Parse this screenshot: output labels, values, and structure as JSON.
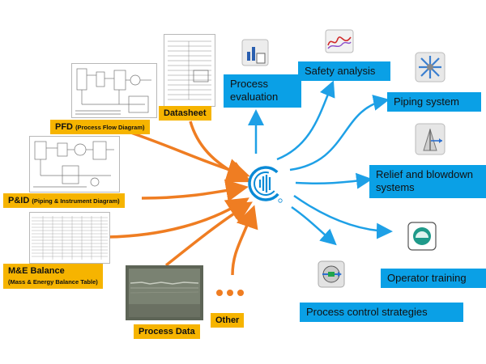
{
  "inputs": {
    "pfd": {
      "label": "PFD",
      "sub": "(Process Flow Diagram)"
    },
    "datasheet": {
      "label": "Datasheet"
    },
    "pid": {
      "label": "P&ID",
      "sub": "(Piping & Instrument Diagram)"
    },
    "mne": {
      "label": "M&E Balance",
      "sub": "(Mass & Energy Balance Table)"
    },
    "process_data": {
      "label": "Process Data"
    },
    "other": {
      "label": "Other"
    }
  },
  "outputs": {
    "process_evaluation": {
      "label": "Process evaluation",
      "icon": "chart-document-icon"
    },
    "safety_analysis": {
      "label": "Safety analysis",
      "icon": "trend-chart-icon"
    },
    "piping_system": {
      "label": "Piping system",
      "icon": "piping-icon"
    },
    "relief_blowdown": {
      "label": "Relief and blowdown systems",
      "icon": "relief-valve-icon"
    },
    "operator_training": {
      "label": "Operator training",
      "icon": "gauge-icon"
    },
    "process_control": {
      "label": "Process control strategies",
      "icon": "control-valve-icon"
    }
  },
  "colors": {
    "input_arrow": "#ef7d22",
    "output_arrow": "#1ea0e6",
    "input_label": "#f6b400",
    "output_label": "#0aa0e6"
  }
}
